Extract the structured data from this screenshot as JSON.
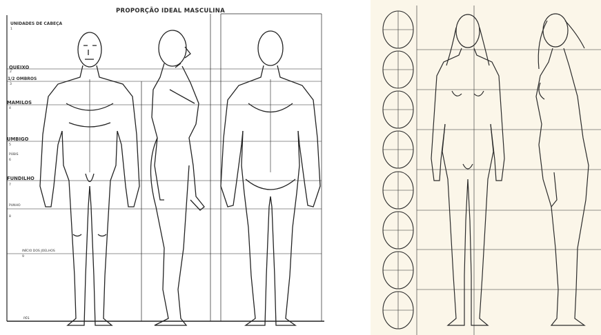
{
  "left": {
    "title": "PROPORÇÃO IDEAL MASCULINA",
    "labels": [
      "UNIDADES DE CABEÇA",
      "1",
      "QUEIXO",
      "2",
      "1/2 OMBROS",
      "3",
      "MAMILOS",
      "4",
      "UMBIGO",
      "5",
      "PÚBIS",
      "6",
      "FUNDILHO",
      "7",
      "PUNHO",
      "8",
      "INÍCIO DOS JOELHOS",
      "9",
      "PÉS"
    ]
  },
  "right": {
    "head_count": 8
  },
  "colors": {
    "ink": "#1e1e1e",
    "paper_left": "#ffffff",
    "paper_right": "#fbf6e9"
  }
}
